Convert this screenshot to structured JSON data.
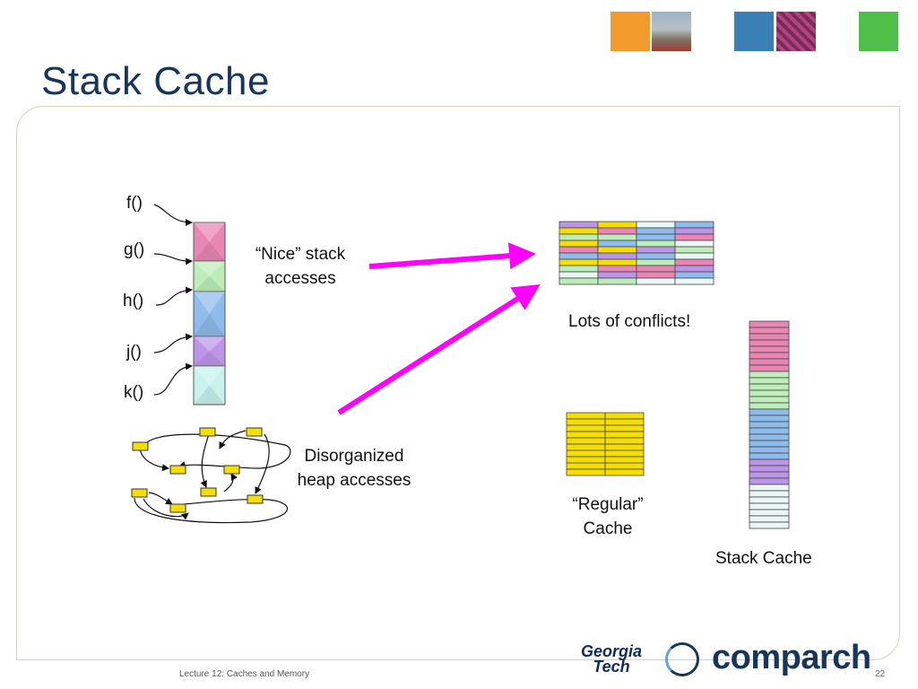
{
  "slide": {
    "title": "Stack Cache"
  },
  "stack": {
    "functions": [
      "f()",
      "g()",
      "h()",
      "j()",
      "k()"
    ],
    "frame_colors": [
      "#e986b4",
      "#bdeeb9",
      "#8ebcec",
      "#bd95e8",
      "#c8f3ec"
    ]
  },
  "labels": {
    "nice_stack": [
      "“Nice” stack",
      "accesses"
    ],
    "disorganized": [
      "Disorganized",
      "heap accesses"
    ],
    "conflicts": "Lots of conflicts!",
    "regular_cache": [
      "“Regular”",
      "Cache"
    ],
    "stack_cache": "Stack Cache"
  },
  "colors": {
    "title": "#17365d",
    "arrow": "#ff00ff",
    "heap_node": "#f5de00",
    "tile_orange": "#f39a2c",
    "tile_blue": "#3a7fb6",
    "tile_green": "#4fbf4a"
  },
  "footer": {
    "lecture": "Lecture 12: Caches and Memory",
    "page": "22",
    "gt_logo": [
      "Georgia",
      "Tech"
    ],
    "comparch_logo": "comparch"
  }
}
